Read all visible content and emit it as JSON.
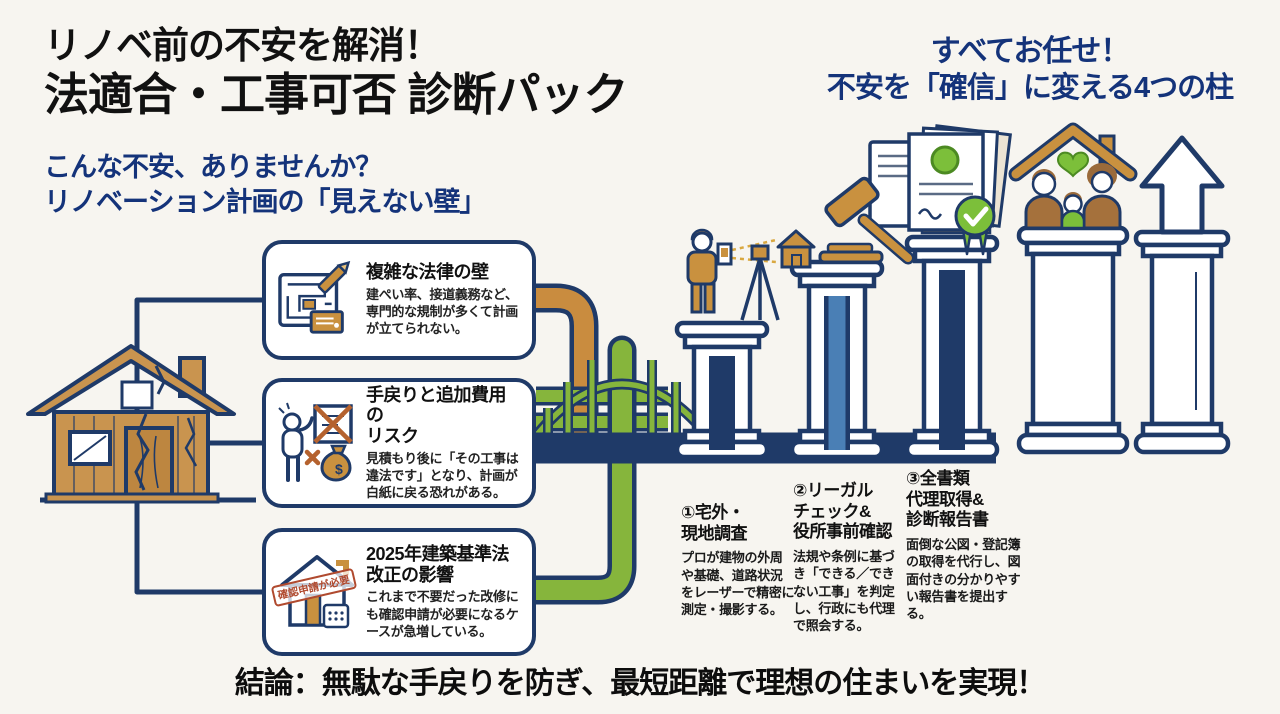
{
  "colors": {
    "background": "#f7f5f0",
    "outline_navy": "#1f3a68",
    "heading_blue": "#14337a",
    "title_black": "#111111",
    "tan": "#c9913f",
    "green": "#86b53c",
    "blue": "#4a7fb5",
    "stamp_red": "#b04a2f"
  },
  "header": {
    "title_line1": "リノベ前の不安を解消！",
    "title_line2": "法適合・工事可否 診断パック",
    "right_title_line1": "すべてお任せ！",
    "right_title_line2": "不安を「確信」に変える4つの柱"
  },
  "intro": {
    "line1": "こんな不安、ありませんか？",
    "line2": "リノベーション計画の「見えない壁」"
  },
  "problem_boxes": [
    {
      "title": "複雑な法律の壁",
      "body": "建ぺい率、接道義務など、専門的な規制が多くて計画が立てられない。"
    },
    {
      "title": "手戻りと追加費用の\nリスク",
      "body": "見積もり後に「その工事は違法です」となり、計画が白紙に戻る恐れがある。"
    },
    {
      "title": "2025年建築基準法\n改正の影響",
      "body": "これまで不要だった改修にも確認申請が必要になるケースが急増している。",
      "stamp": "確認申請が必要"
    }
  ],
  "steps": [
    {
      "label": "①宅外・\n現地調査",
      "body": "プロが建物の外周や基礎、道路状況をレーザーで精密に測定・撮影する。"
    },
    {
      "label": "②リーガル\nチェック&\n役所事前確認",
      "body": "法規や条例に基づき「できる／できない工事」を判定し、行政にも代理で照会する。"
    },
    {
      "label": "③全書類\n代理取得&\n診断報告書",
      "body": "面倒な公図・登記簿の取得を代行し、図面付きの分かりやすい報告書を提出する。"
    }
  ],
  "conclusion": "結論：無駄な手戻りを防ぎ、最短距離で理想の住まいを実現！",
  "icons": {
    "left": "cracked-old-house-icon",
    "center": "suspension-bridge-pipes-icon",
    "problem_1": "blueprint-pencil-icon",
    "problem_2": "confused-person-rejected-plan-money-icon",
    "problem_3": "house-approval-stamp-icon",
    "pillar_1": "surveyor-tripod-house-icon",
    "pillar_2": "gavel-document-courthouse-icon",
    "pillar_3": "certificates-ribbon-check-icon",
    "pillar_4": "family-home-heart-icon",
    "pillar_5": "upward-arrow-icon"
  }
}
